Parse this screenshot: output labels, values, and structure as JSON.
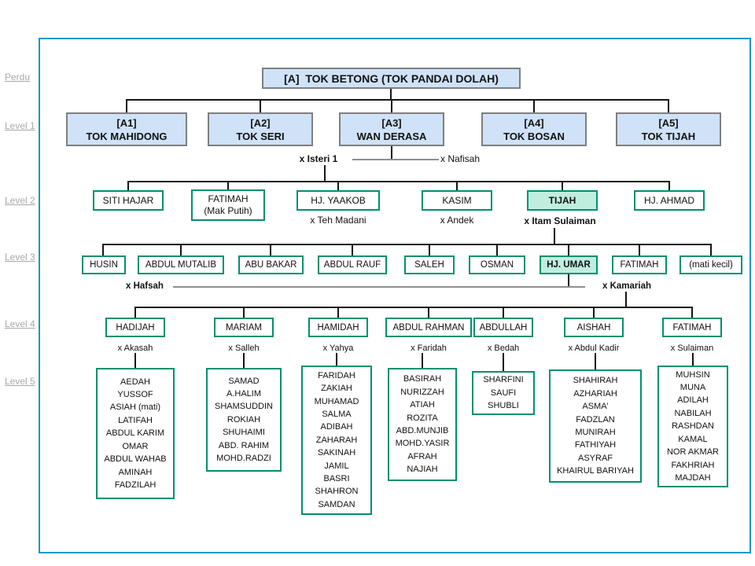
{
  "colors": {
    "frame_border": "#1b96c8",
    "level1_fill": "#cfe2f8",
    "level1_border": "#7f7f7f",
    "green_border": "#00906e",
    "highlight_fill": "#bfeede",
    "nav_link_gray": "#a9a9a9",
    "marriage_line_gray": "#8f8f8f",
    "tree_line": "#151515"
  },
  "sidebar": {
    "links": [
      {
        "label": "Perdu"
      },
      {
        "label": "Level 1"
      },
      {
        "label": "Level 2"
      },
      {
        "label": "Level 3"
      },
      {
        "label": "Level 4"
      },
      {
        "label": "Level 5"
      }
    ]
  },
  "tree": {
    "root": {
      "label": "[A]  TOK BETONG (TOK PANDAI DOLAH)"
    },
    "level1": [
      {
        "code": "[A1]",
        "name": "TOK MAHIDONG"
      },
      {
        "code": "[A2]",
        "name": "TOK SERI"
      },
      {
        "code": "[A3]",
        "name": "WAN  DERASA"
      },
      {
        "code": "[A4]",
        "name": "TOK BOSAN"
      },
      {
        "code": "[A5]",
        "name": "TOK TIJAH"
      }
    ],
    "generation2_marriage": {
      "wife1": "x Isteri 1",
      "wife2": "x Nafisah"
    },
    "level2": [
      {
        "name": "SITI HAJAR"
      },
      {
        "name": "FATIMAH",
        "alias": "(Mak Putih)"
      },
      {
        "name": "HJ. YAAKOB",
        "spouse": "x Teh Madani"
      },
      {
        "name": "KASIM",
        "spouse": "x Andek"
      },
      {
        "name": "TIJAH",
        "spouse": "x Itam Sulaiman",
        "highlighted": true
      },
      {
        "name": "HJ. AHMAD"
      }
    ],
    "level3": {
      "wife1": "x Hafsah",
      "wife2": "x Kamariah",
      "nodes": [
        {
          "name": "HUSIN"
        },
        {
          "name": "ABDUL MUTALIB"
        },
        {
          "name": "ABU BAKAR"
        },
        {
          "name": "ABDUL RAUF"
        },
        {
          "name": "SALEH"
        },
        {
          "name": "OSMAN"
        },
        {
          "name": "HJ. UMAR",
          "highlighted": true
        },
        {
          "name": "FATIMAH"
        },
        {
          "name": "(mati  kecil)"
        }
      ]
    },
    "level4": [
      {
        "name": "HADIJAH",
        "spouse": "x Akasah"
      },
      {
        "name": "MARIAM",
        "spouse": "x Salleh"
      },
      {
        "name": "HAMIDAH",
        "spouse": "x Yahya"
      },
      {
        "name": "ABDUL RAHMAN",
        "spouse": "x Faridah"
      },
      {
        "name": "ABDULLAH",
        "spouse": "x Bedah"
      },
      {
        "name": "AISHAH",
        "spouse": "x Abdul Kadir"
      },
      {
        "name": "FATIMAH",
        "spouse": "x Sulaiman"
      }
    ],
    "level5": [
      {
        "children": [
          "AEDAH",
          "YUSSOF",
          "ASIAH  (mati)",
          "LATIFAH",
          "ABDUL KARIM",
          "OMAR",
          "ABDUL WAHAB",
          "AMINAH",
          "FADZILAH"
        ]
      },
      {
        "children": [
          "SAMAD",
          "A.HALIM",
          "SHAMSUDDIN",
          "ROKIAH",
          "SHUHAIMI",
          "ABD. RAHIM",
          "MOHD.RADZI"
        ]
      },
      {
        "children": [
          "FARIDAH",
          "ZAKIAH",
          "MUHAMAD",
          "SALMA",
          "ADIBAH",
          "ZAHARAH",
          "SAKINAH",
          "JAMIL",
          "BASRI",
          "SHAHRON",
          "SAMDAN"
        ]
      },
      {
        "children": [
          "BASIRAH",
          "NURIZZAH",
          "ATIAH",
          "ROZITA",
          "ABD.MUNJIB",
          "MOHD.YASIR",
          "AFRAH",
          "NAJIAH"
        ]
      },
      {
        "children": [
          "SHARFINI",
          "SAUFI",
          "SHUBLI"
        ]
      },
      {
        "children": [
          "SHAHIRAH",
          "AZHARIAH",
          "ASMA'",
          "FADZLAN",
          "MUNIRAH",
          "FATHIYAH",
          "ASYRAF",
          "KHAIRUL BARIYAH"
        ]
      },
      {
        "children": [
          "MUHSIN",
          "MUNA",
          "ADILAH",
          "NABILAH",
          "RASHDAN",
          "KAMAL",
          "NOR AKMAR",
          "FAKHRIAH",
          "MAJDAH"
        ]
      }
    ]
  }
}
